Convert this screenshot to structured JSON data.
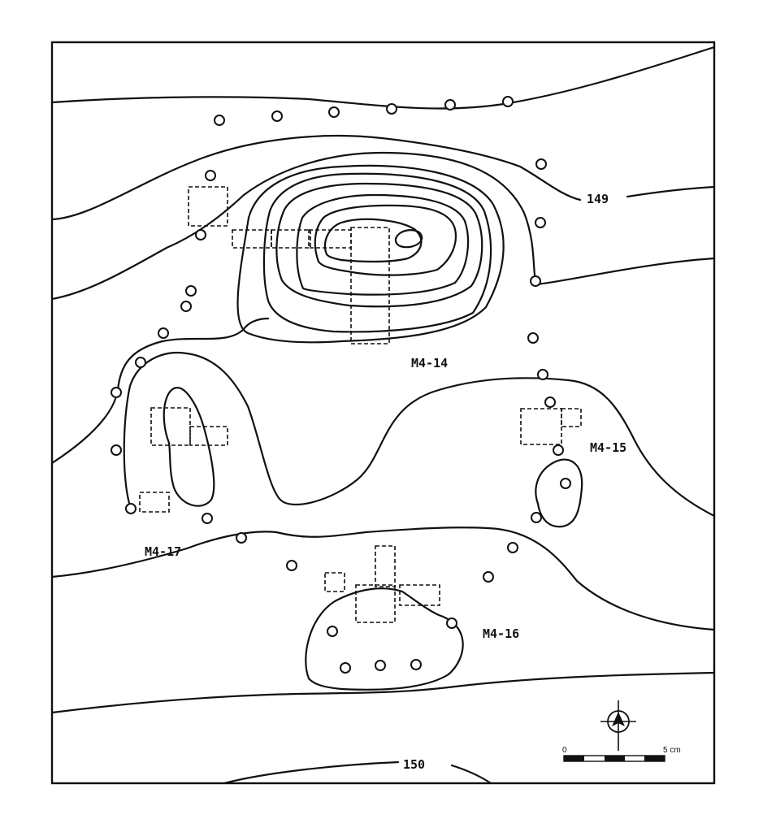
{
  "contour_labels": {
    "c149": "149",
    "c150": "150"
  },
  "feature_labels": {
    "m4_14": "M4-14",
    "m4_15": "M4-15",
    "m4_16": "M4-16",
    "m4_17": "M4-17"
  },
  "scale": {
    "start_label": "0",
    "end_label": "5 cm"
  },
  "icons": {
    "north": "north-arrow-icon"
  }
}
